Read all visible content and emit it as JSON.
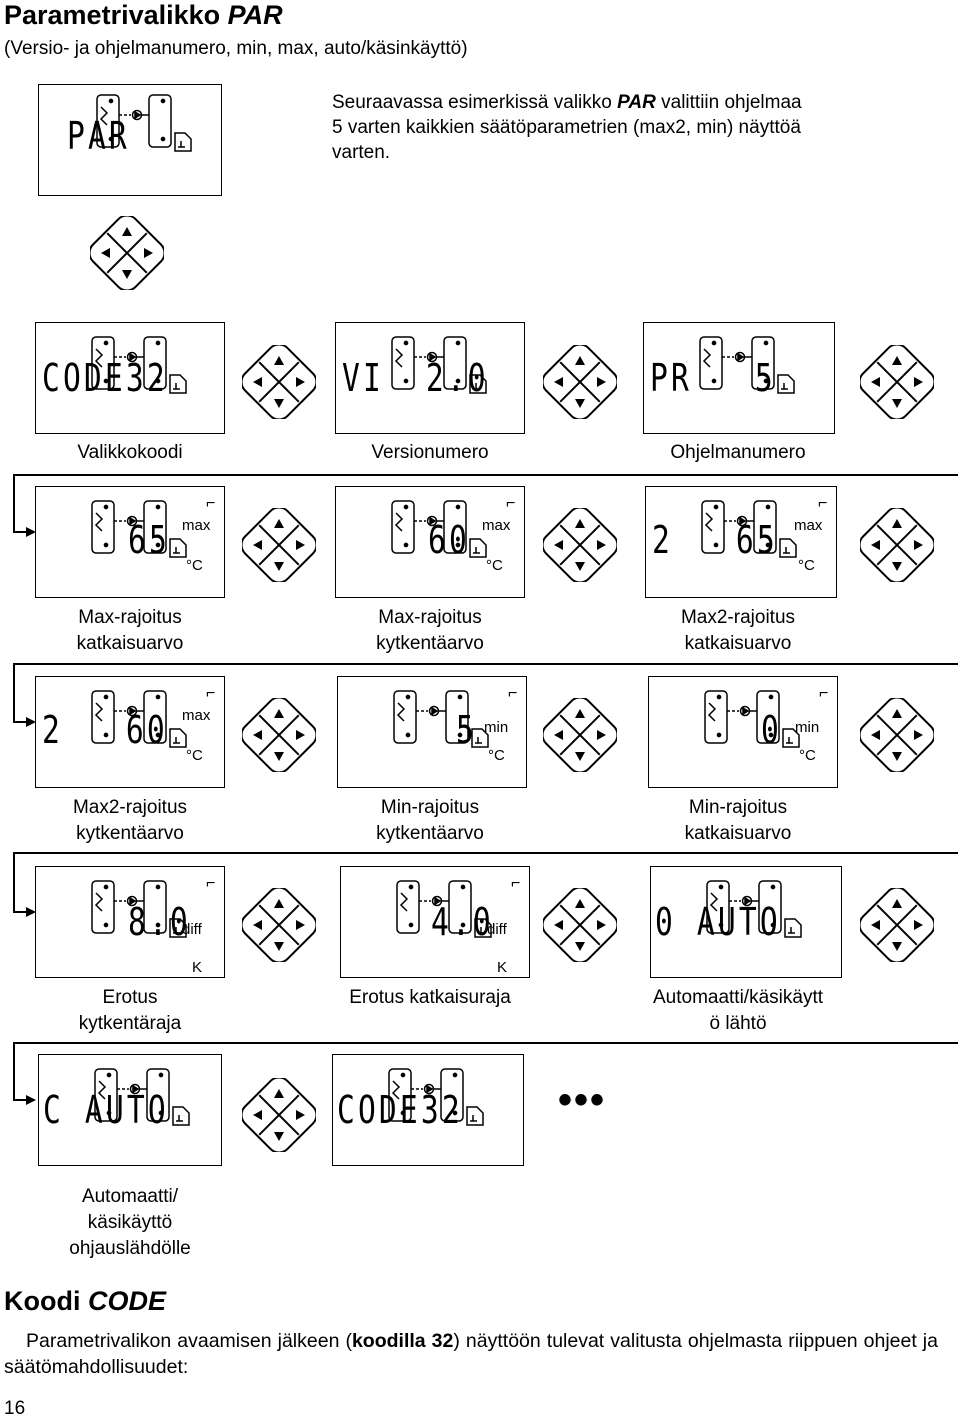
{
  "header": {
    "title_plain": "Parametrivalikko ",
    "title_italic": "PAR",
    "subtitle": "(Versio- ja ohjelmanumero, min, max, auto/käsinkäyttö)"
  },
  "intro": {
    "part1": "Seuraavassa esimerkissä valikko ",
    "part_bold": "PAR",
    "part2": " valittiin ohjelmaa 5 varten kaikkien säätöparametrien (max2, min) näyttöä varten."
  },
  "panels": [
    {
      "id": "par",
      "lcd": "PAR"
    },
    {
      "id": "code1",
      "lcd": "CODE32",
      "label": "Valikkokoodi"
    },
    {
      "id": "version",
      "lcd": "VI  2.0",
      "label": "Versionumero"
    },
    {
      "id": "program",
      "lcd": "PR   5",
      "label": "Ohjelmanumero"
    },
    {
      "id": "max-off",
      "lcd": "65",
      "sub": "max",
      "unit": "°C",
      "label_line1": "Max-rajoitus",
      "label_line2": "katkaisuarvo"
    },
    {
      "id": "max-on",
      "lcd": "60",
      "sub": "max",
      "unit": "°C",
      "label_line1": "Max-rajoitus",
      "label_line2": "kytkentäarvo"
    },
    {
      "id": "max2-off",
      "lcd": "2   65",
      "sub": "max",
      "unit": "°C",
      "label_line1": "Max2-rajoitus",
      "label_line2": "katkaisuarvo"
    },
    {
      "id": "max2-on",
      "lcd": "2   60",
      "sub": "max",
      "unit": "°C",
      "label_line1": "Max2-rajoitus",
      "label_line2": "kytkentäarvo"
    },
    {
      "id": "min-on",
      "lcd": "5",
      "sub": "min",
      "unit": "°C",
      "label_line1": "Min-rajoitus",
      "label_line2": "kytkentäarvo"
    },
    {
      "id": "min-off",
      "lcd": "0",
      "sub": "min",
      "unit": "°C",
      "label_line1": "Min-rajoitus",
      "label_line2": "katkaisuarvo"
    },
    {
      "id": "diff-on",
      "lcd": "8.0",
      "sub": "diff",
      "unit": "K",
      "label_line1": "Erotus",
      "label_line2": "kytkentäraja"
    },
    {
      "id": "diff-off",
      "lcd": "4.0",
      "sub": "diff",
      "unit": "K",
      "label": "Erotus katkaisuraja"
    },
    {
      "id": "auto-start",
      "lcd": "0 AUTO",
      "label_line1": "Automaatti/käsikäytt",
      "label_line2": "ö lähtö"
    },
    {
      "id": "auto-source",
      "lcd": "C AUTO",
      "label_line1": "Automaatti/",
      "label_line2": "käsikäyttö",
      "label_line3": "ohjauslähdölle"
    },
    {
      "id": "code2",
      "lcd": "CODE32"
    }
  ],
  "ellipsis": "•••",
  "code_section": {
    "heading_plain": "Koodi ",
    "heading_italic": "CODE",
    "text1": "Parametrivalikon avaamisen jälkeen (",
    "text_bold": "koodilla 32",
    "text2": ") näyttöön tulevat valitusta ohjelmasta riippuen ohjeet ja säätömahdollisuudet:"
  },
  "page_number": "16",
  "icons": [
    "pump-icon",
    "tank-icon",
    "sensor-icon",
    "arrow-key-icon"
  ]
}
